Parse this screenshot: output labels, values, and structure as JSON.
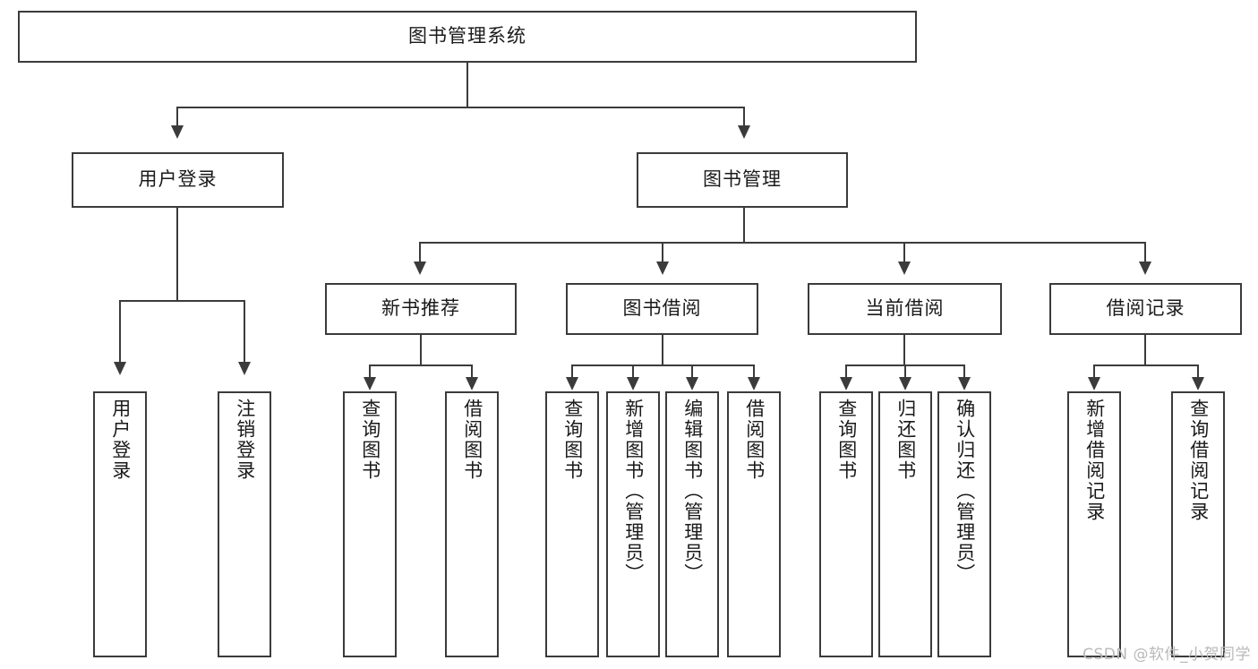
{
  "diagram": {
    "title": "图书管理系统",
    "type": "tree",
    "watermark": "CSDN @软件_小贺同学",
    "colors": {
      "stroke": "#3b3b3b",
      "fill": "#ffffff",
      "text": "#1a1a1a",
      "watermark": "#b9b9b9"
    },
    "root": {
      "label": "图书管理系统"
    },
    "level2": [
      {
        "label": "用户登录"
      },
      {
        "label": "图书管理"
      }
    ],
    "level3": [
      {
        "label": "新书推荐"
      },
      {
        "label": "图书借阅"
      },
      {
        "label": "当前借阅"
      },
      {
        "label": "借阅记录"
      }
    ],
    "leaves": {
      "user_login": [
        {
          "label": "用户登录"
        },
        {
          "label": "注销登录"
        }
      ],
      "new_book": [
        {
          "label": "查询图书"
        },
        {
          "label": "借阅图书"
        }
      ],
      "book_borrow": [
        {
          "label": "查询图书"
        },
        {
          "label": "新增图书（管理员）"
        },
        {
          "label": "编辑图书（管理员）"
        },
        {
          "label": "借阅图书"
        }
      ],
      "current_borrow": [
        {
          "label": "查询图书"
        },
        {
          "label": "归还图书"
        },
        {
          "label": "确认归还（管理员）"
        }
      ],
      "borrow_record": [
        {
          "label": "新增借阅记录"
        },
        {
          "label": "查询借阅记录"
        }
      ]
    }
  }
}
